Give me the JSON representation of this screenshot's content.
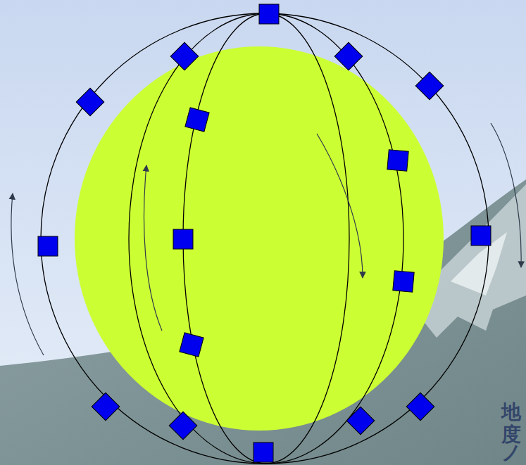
{
  "diagram": {
    "labels": [
      "地",
      "度",
      "ノ"
    ]
  }
}
